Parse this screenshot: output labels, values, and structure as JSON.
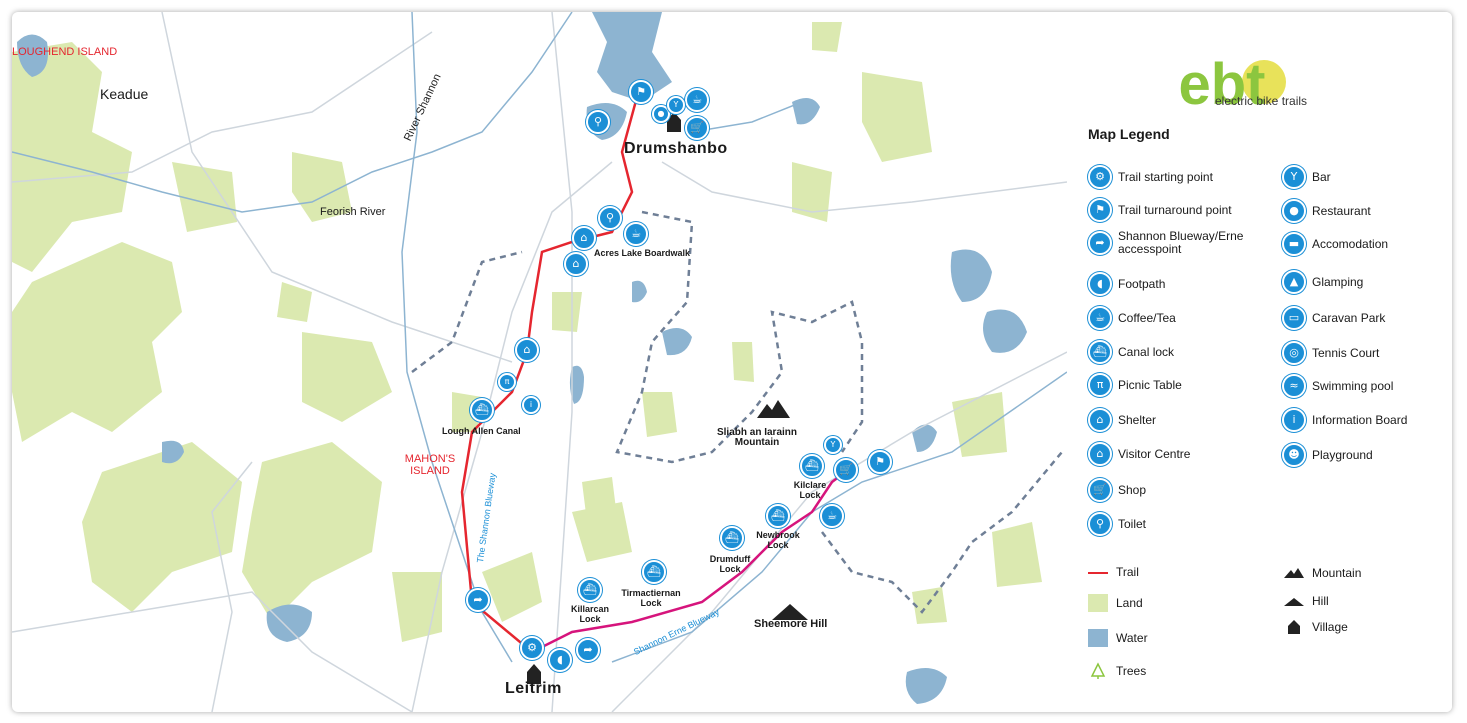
{
  "logo": {
    "text": "electric bike trails",
    "mark": "ebt"
  },
  "legend": {
    "title": "Map Legend",
    "left_column": [
      {
        "label": "Trail starting point",
        "icon": "bike-icon"
      },
      {
        "label": "Trail turnaround point",
        "icon": "flag-icon"
      },
      {
        "label": "Shannon Blueway/Erne accesspoint",
        "icon": "arrow-icon"
      },
      {
        "label": "Footpath",
        "icon": "footprint-icon"
      },
      {
        "label": "Coffee/Tea",
        "icon": "cup-icon"
      },
      {
        "label": "Canal lock",
        "icon": "boat-icon"
      },
      {
        "label": "Picnic Table",
        "icon": "picnic-icon"
      },
      {
        "label": "Shelter",
        "icon": "shelter-icon"
      },
      {
        "label": "Visitor Centre",
        "icon": "visitor-centre-icon"
      },
      {
        "label": "Shop",
        "icon": "cart-icon"
      },
      {
        "label": "Toilet",
        "icon": "toilet-icon"
      }
    ],
    "right_column": [
      {
        "label": "Bar",
        "icon": "cocktail-icon"
      },
      {
        "label": "Restaurant",
        "icon": "plate-icon"
      },
      {
        "label": "Accomodation",
        "icon": "bed-icon"
      },
      {
        "label": "Glamping",
        "icon": "tent-icon"
      },
      {
        "label": "Caravan Park",
        "icon": "caravan-icon"
      },
      {
        "label": "Tennis Court",
        "icon": "tennis-icon"
      },
      {
        "label": "Swimming pool",
        "icon": "swimmer-icon"
      },
      {
        "label": "Information Board",
        "icon": "info-board-icon"
      },
      {
        "label": "Playground",
        "icon": "playground-icon"
      }
    ],
    "key_left": [
      {
        "label": "Trail",
        "symbol": "red-line"
      },
      {
        "label": "Land",
        "symbol": "land-swatch"
      },
      {
        "label": "Water",
        "symbol": "water-swatch"
      },
      {
        "label": "Trees",
        "symbol": "tree-icon"
      }
    ],
    "key_right": [
      {
        "label": "Mountain",
        "symbol": "mountain-icon"
      },
      {
        "label": "Hill",
        "symbol": "hill-icon"
      },
      {
        "label": "Village",
        "symbol": "village-icon"
      }
    ]
  },
  "map": {
    "towns": {
      "drumshanbo": "Drumshanbo",
      "leitrim": "Leitrim",
      "keadue": "Keadue"
    },
    "rivers": {
      "river_shannon": "River Shannon",
      "feorish_river": "Feorish River",
      "shannon_blueway": "The Shannon Blueway",
      "shannon_erne_blueway": "Shannon Erne Blueway"
    },
    "islands": {
      "loughend": "LOUGHEND ISLAND",
      "mahons": "MAHON'S ISLAND"
    },
    "mountains": {
      "sliabh": "Sliabh an Iarainn Mountain",
      "sheemore": "Sheemore Hill"
    },
    "features": {
      "acres": "Acres Lake Boardwalk",
      "lough_allen_canal": "Lough Allen Canal",
      "kilclare": "Kilclare Lock",
      "newbrook": "Newbrook Lock",
      "drumduff": "Drumduff Lock",
      "tirmactiernan": "Tirmactiernan Lock",
      "killarcan": "Killarcan Lock"
    }
  },
  "colors": {
    "land": "#dbe9b0",
    "water": "#8db4d1",
    "trail": "#e5262f",
    "erne_trail": "#d6147c",
    "poi": "#1b8fd6",
    "boundary": "#6f7f96",
    "logo_green": "#8cc63f"
  }
}
